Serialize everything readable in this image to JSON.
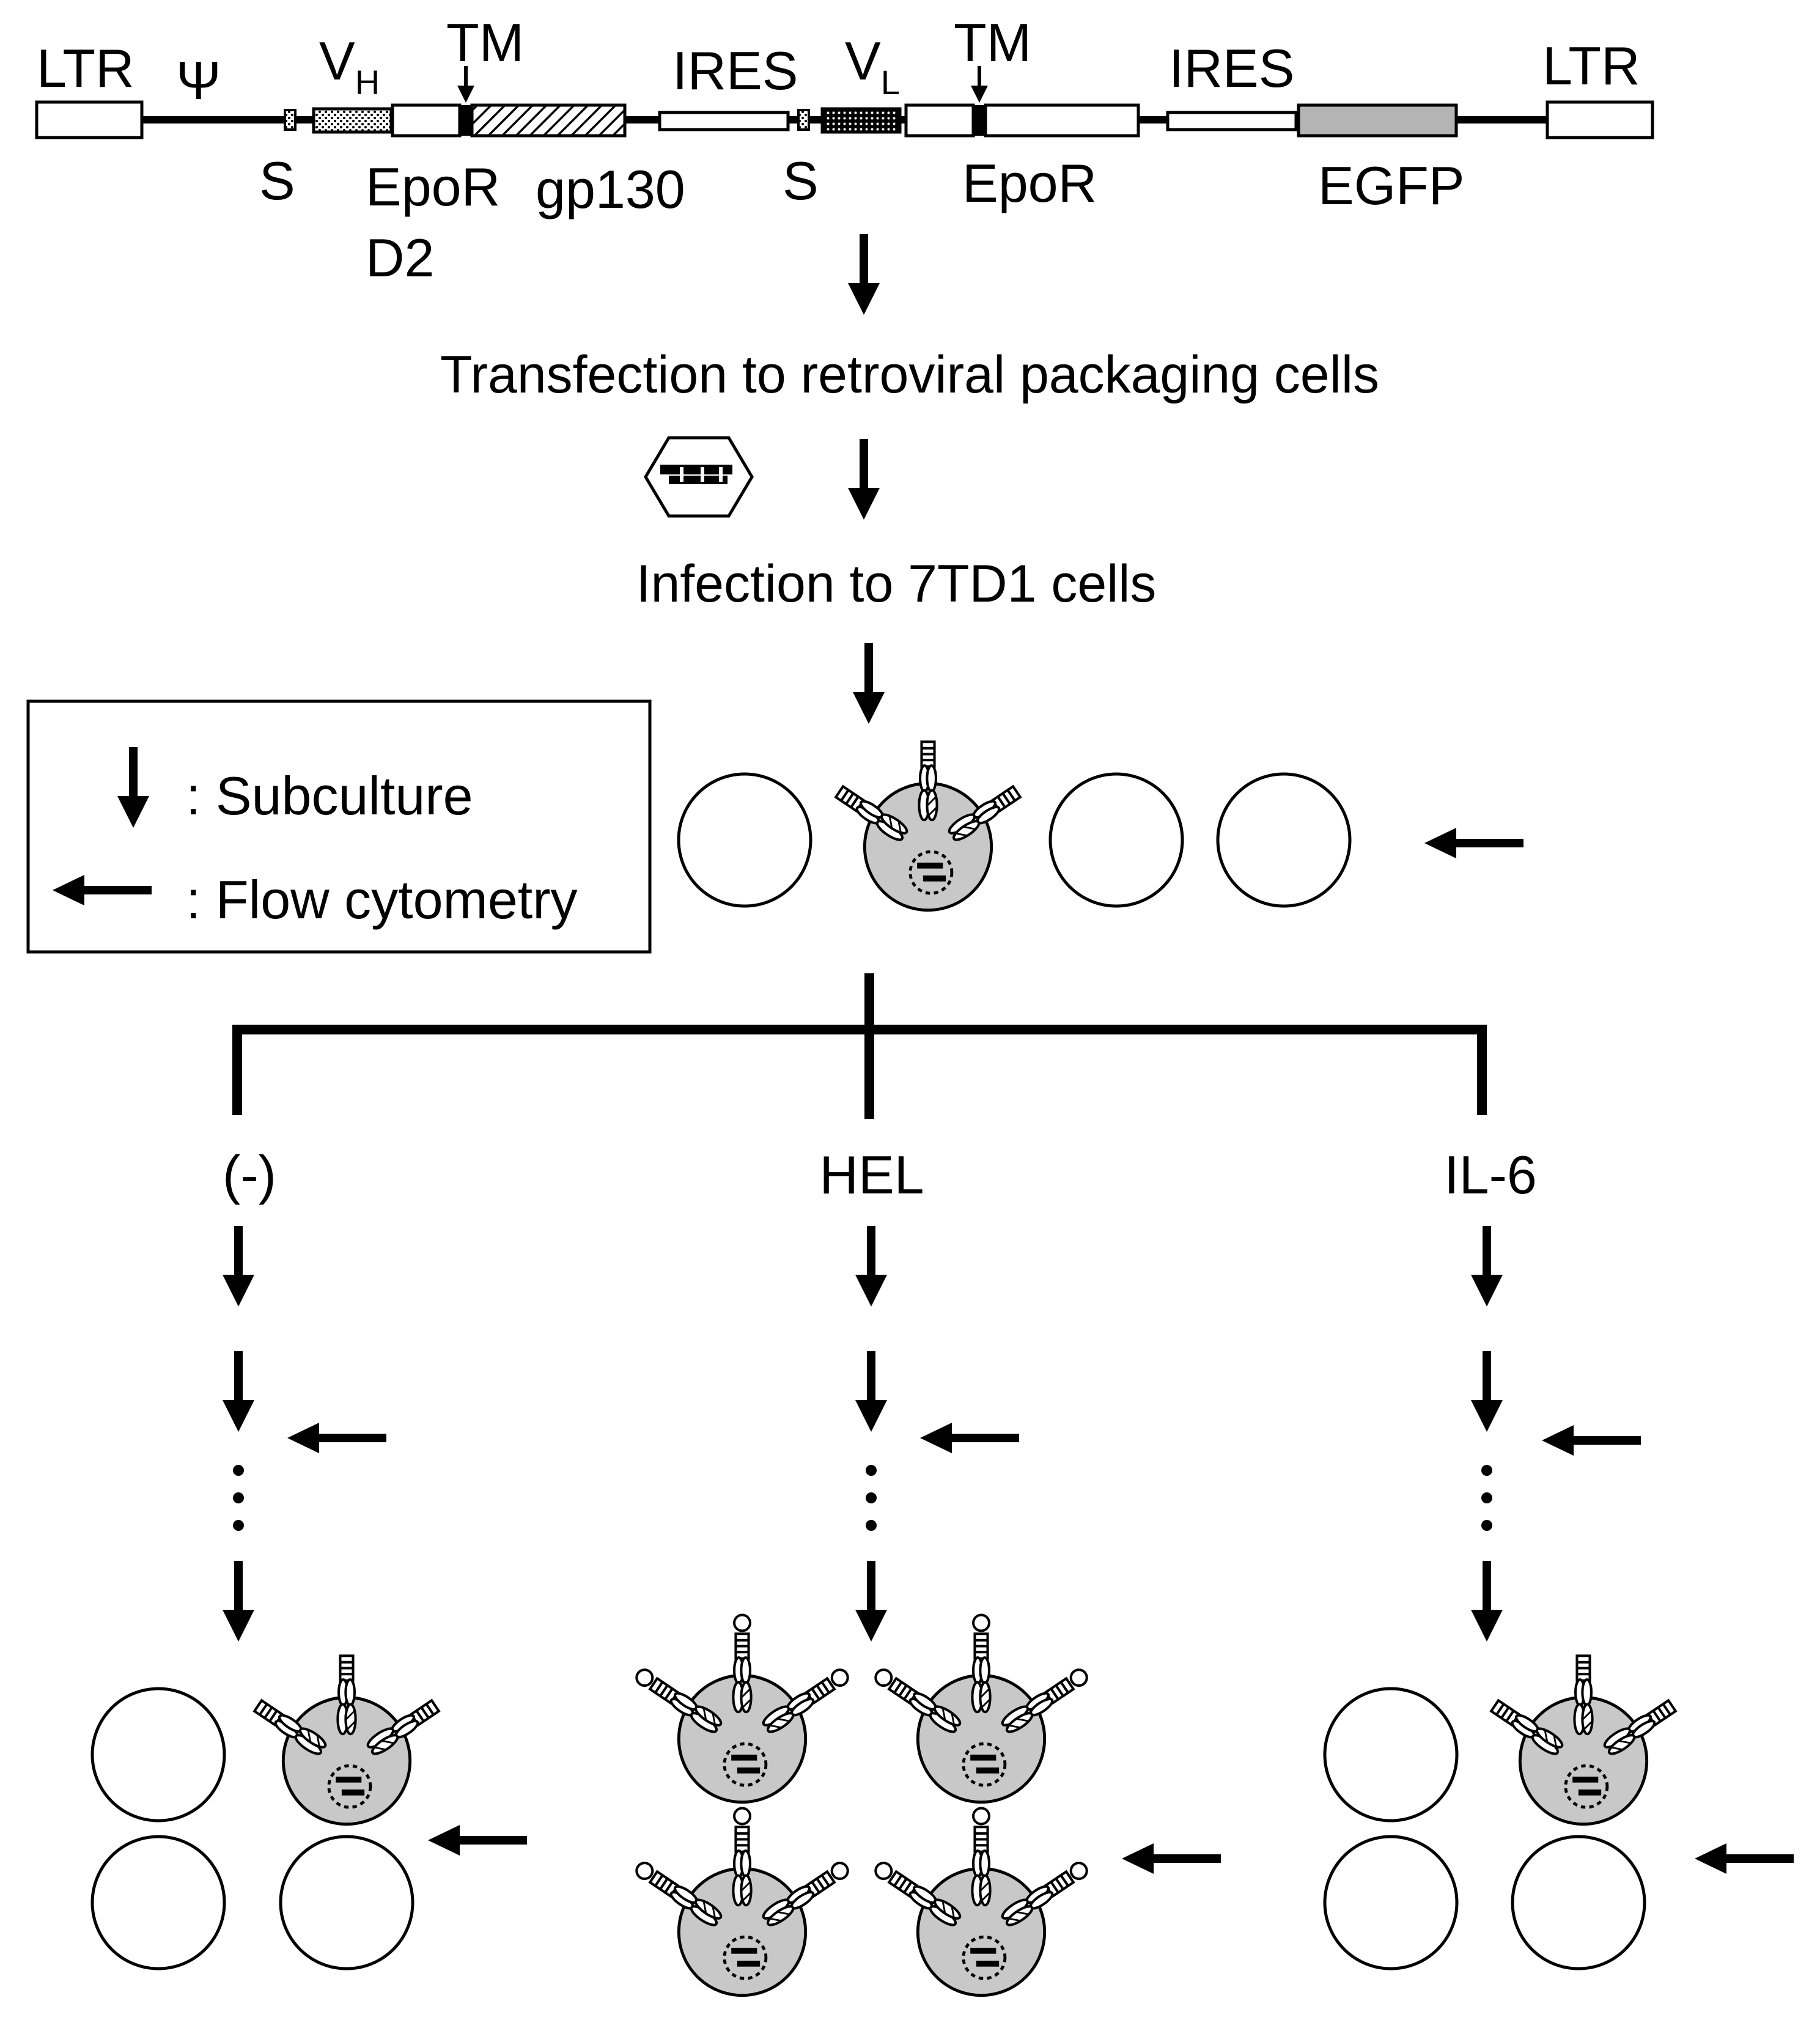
{
  "construct": {
    "ltr_left": "LTR",
    "psi": "Ψ",
    "vh_main": "V",
    "vh_sub": "H",
    "tm_1": "TM",
    "ires_1": "IRES",
    "vl_main": "V",
    "vl_sub": "L",
    "tm_2": "TM",
    "ires_2": "IRES",
    "ltr_right": "LTR",
    "s_1": "S",
    "epor_d2_line1": "EpoR",
    "epor_d2_line2": "D2",
    "gp130": "gp130",
    "s_2": "S",
    "epor": "EpoR",
    "egfp": "EGFP"
  },
  "steps": {
    "transfection": "Transfection to retroviral packaging cells",
    "infection": "Infection to 7TD1 cells"
  },
  "legend": {
    "subculture": ": Subculture",
    "flow": ": Flow cytometry"
  },
  "conditions": {
    "none": "(-)",
    "hel": "HEL",
    "il6": "IL-6"
  },
  "colors": {
    "cell_fill": "#c8c8c8",
    "egfp_fill": "#b4b4b4",
    "line": "#000000"
  }
}
